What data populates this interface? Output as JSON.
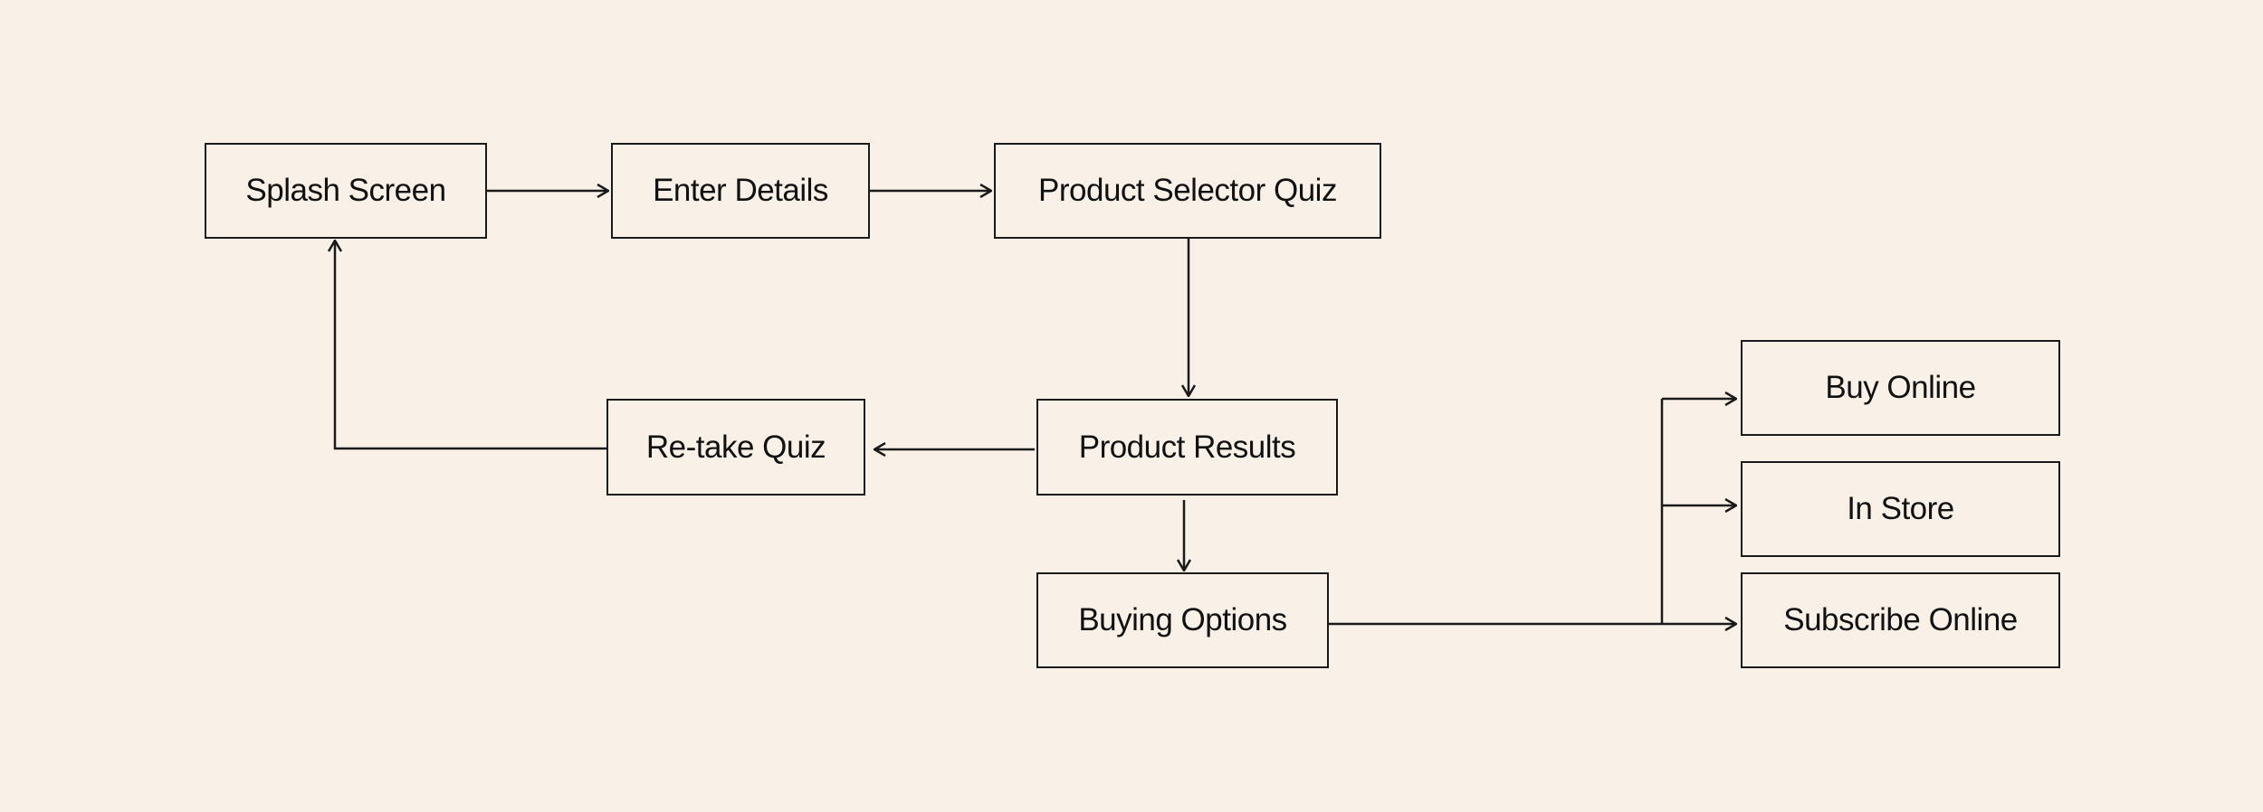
{
  "diagram": {
    "background": "#f9f1e8",
    "line_color": "#1a1a1a",
    "nodes": {
      "splash": "Splash Screen",
      "details": "Enter Details",
      "quiz": "Product Selector Quiz",
      "results": "Product Results",
      "retake": "Re-take Quiz",
      "buying": "Buying Options",
      "buy_online": "Buy Online",
      "in_store": "In Store",
      "subscribe_online": "Subscribe Online"
    },
    "edges": [
      {
        "from": "splash",
        "to": "details"
      },
      {
        "from": "details",
        "to": "quiz"
      },
      {
        "from": "quiz",
        "to": "results"
      },
      {
        "from": "results",
        "to": "retake"
      },
      {
        "from": "retake",
        "to": "splash"
      },
      {
        "from": "results",
        "to": "buying"
      },
      {
        "from": "buying",
        "to": "buy_online"
      },
      {
        "from": "buying",
        "to": "in_store"
      },
      {
        "from": "buying",
        "to": "subscribe_online"
      }
    ]
  }
}
